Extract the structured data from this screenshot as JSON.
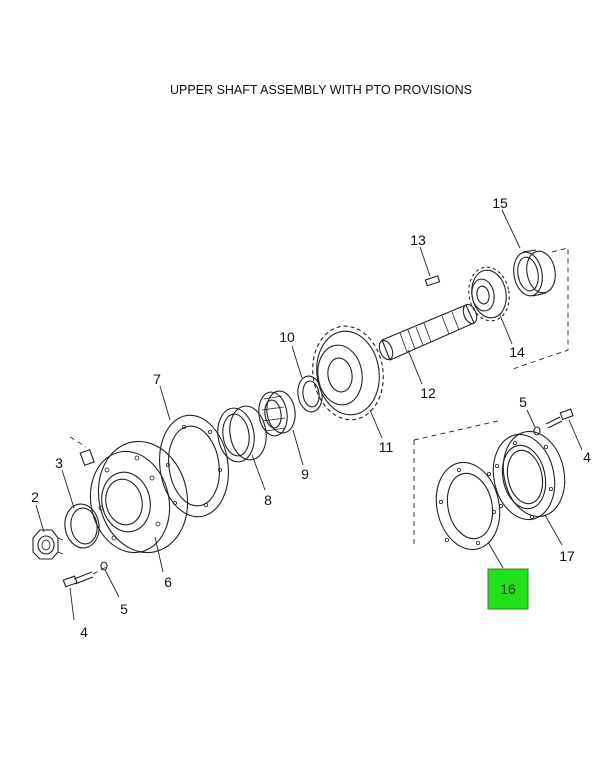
{
  "title": "UPPER SHAFT ASSEMBLY WITH PTO PROVISIONS",
  "highlight_color": "#22e01c",
  "callouts": {
    "c2": "2",
    "c3": "3",
    "c4a": "4",
    "c4b": "4",
    "c5a": "5",
    "c5b": "5",
    "c6": "6",
    "c7": "7",
    "c8": "8",
    "c9": "9",
    "c10": "10",
    "c11": "11",
    "c12": "12",
    "c13": "13",
    "c14": "14",
    "c15": "15",
    "c16": "16",
    "c17": "17"
  }
}
